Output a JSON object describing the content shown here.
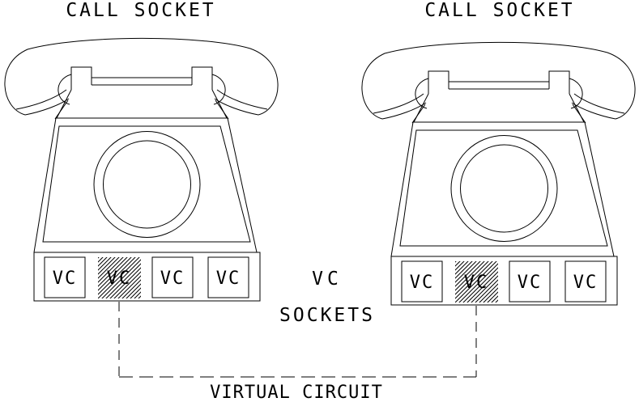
{
  "titles": {
    "left": "CALL SOCKET",
    "right": "CALL SOCKET"
  },
  "sockets": {
    "left_phone": [
      "VC",
      "VC",
      "VC",
      "VC"
    ],
    "right_phone": [
      "VC",
      "VC",
      "VC",
      "VC"
    ],
    "hatched_index": 1
  },
  "legend": {
    "line1": "VC",
    "line2": "SOCKETS"
  },
  "connector_label": "VIRTUAL CIRCUIT",
  "colors": {
    "line": "#000000",
    "background": "#ffffff"
  }
}
